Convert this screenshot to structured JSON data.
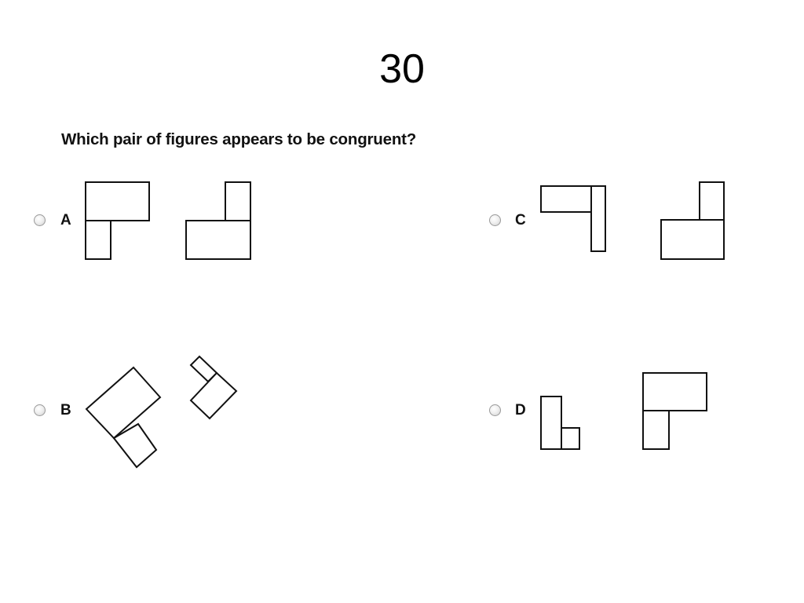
{
  "slide_number": "30",
  "question": "Which pair of figures appears to be congruent?",
  "options": [
    {
      "letter": "A",
      "selected": false
    },
    {
      "letter": "B",
      "selected": false
    },
    {
      "letter": "C",
      "selected": false
    },
    {
      "letter": "D",
      "selected": false
    }
  ]
}
